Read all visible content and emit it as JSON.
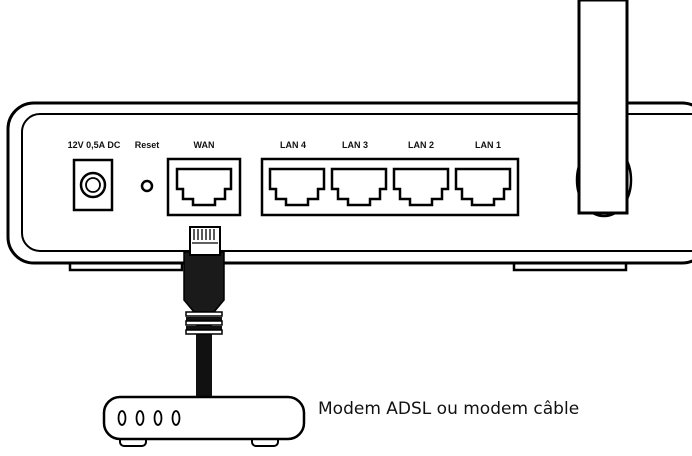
{
  "router": {
    "power_label": "12V 0,5A DC",
    "reset_label": "Reset",
    "wan_label": "WAN",
    "lan_ports": [
      {
        "label": "LAN 4"
      },
      {
        "label": "LAN 3"
      },
      {
        "label": "LAN 2"
      },
      {
        "label": "LAN 1"
      }
    ]
  },
  "modem": {
    "caption": "Modem ADSL ou modem câble",
    "indicator_count": 4
  }
}
